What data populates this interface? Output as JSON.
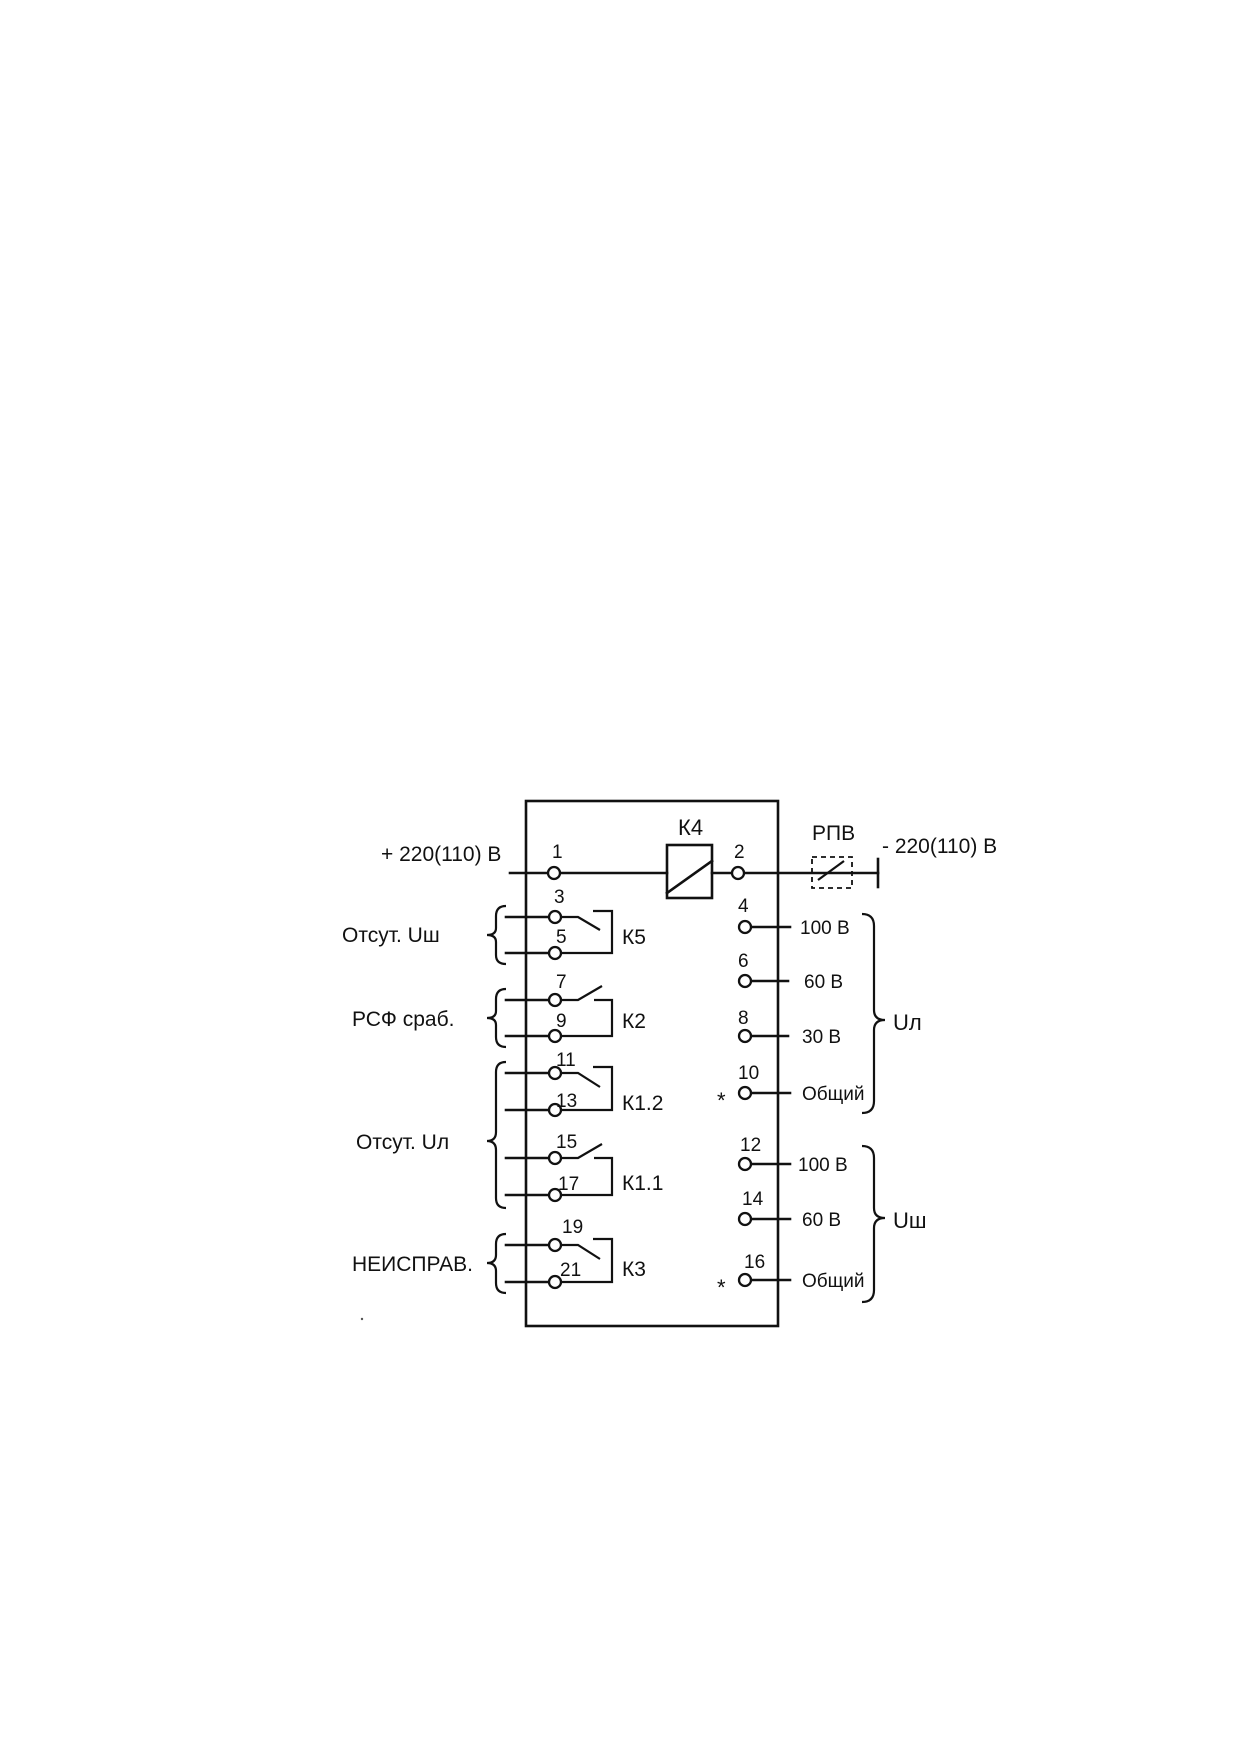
{
  "power": {
    "positive": "+ 220(110) В",
    "negative": "- 220(110) В",
    "coil": "К4",
    "switch": "РПВ"
  },
  "terminals": {
    "t1": "1",
    "t2": "2",
    "t3": "3",
    "t4": "4",
    "t5": "5",
    "t6": "6",
    "t7": "7",
    "t8": "8",
    "t9": "9",
    "t10": "10",
    "t11": "11",
    "t12": "12",
    "t13": "13",
    "t14": "14",
    "t15": "15",
    "t16": "16",
    "t17": "17",
    "t19": "19",
    "t21": "21"
  },
  "relays": {
    "k5": "К5",
    "k2": "К2",
    "k12": "К1.2",
    "k11": "К1.1",
    "k3": "К3"
  },
  "left_labels": {
    "no_ush": "Отсут. Uш",
    "rsf": "РСФ сраб.",
    "no_ul": "Отсут. Uл",
    "fault": "НЕИСПРАВ."
  },
  "right_taps": {
    "v100_a": "100 В",
    "v60_a": "60 В",
    "v30": "30 В",
    "common_a": "Общий",
    "v100_b": "100 В",
    "v60_b": "60 В",
    "common_b": "Общий"
  },
  "groups": {
    "ul": "Uл",
    "ush": "Uш"
  },
  "marks": {
    "star_a": "*",
    "star_b": "*"
  }
}
